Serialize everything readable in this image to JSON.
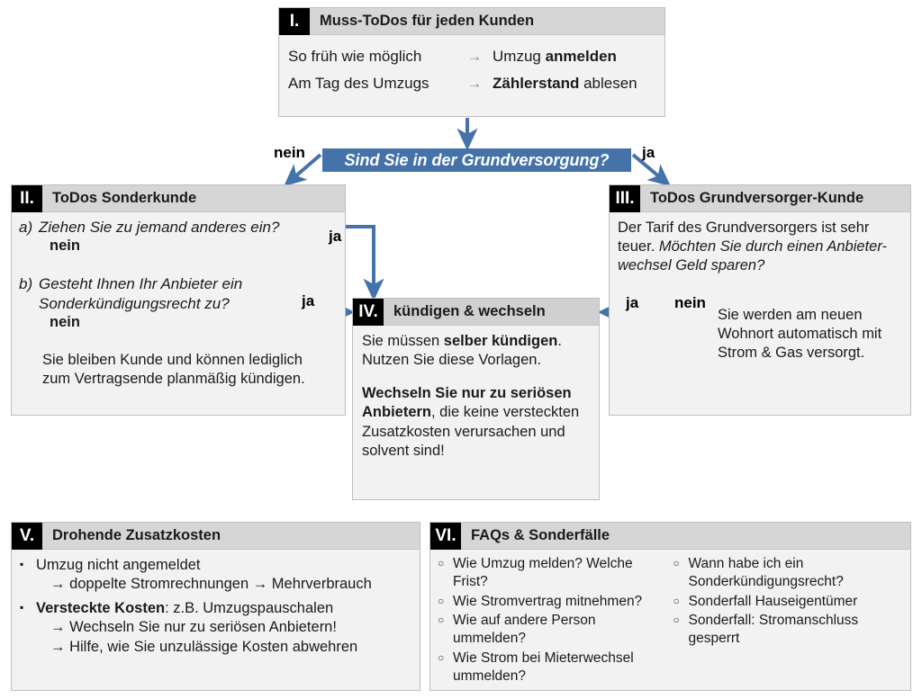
{
  "colors": {
    "accent_blue": "#4472a9",
    "header_gray": "#d6d6d6",
    "body_gray": "#f2f2f2",
    "border_gray": "#bfbfbf",
    "numeral_bg": "#000000",
    "numeral_fg": "#ffffff"
  },
  "box1": {
    "numeral": "I.",
    "title": "Muss-ToDos für jeden Kunden",
    "rows": [
      {
        "when": "So früh wie möglich",
        "arrow": "→",
        "action_plain": "Umzug ",
        "action_bold": "anmelden",
        "action_tail": ""
      },
      {
        "when": "Am Tag des Umzugs",
        "arrow": "→",
        "action_plain": "",
        "action_bold": "Zählerstand",
        "action_tail": " ablesen"
      }
    ]
  },
  "decision": {
    "question": "Sind Sie in der Grundversorgung?",
    "label_left": "nein",
    "label_right": "ja"
  },
  "box2": {
    "numeral": "II.",
    "title": "ToDos Sonderkunde",
    "q_a_marker": "a)",
    "q_a_text": "Ziehen Sie zu jemand anderes ein?",
    "q_a_yes": "ja",
    "q_a_no": "nein",
    "q_b_marker": "b)",
    "q_b_line1": "Gesteht Ihnen Ihr Anbieter ein",
    "q_b_line2": "Sonderkündigungsrecht zu?",
    "q_b_yes": "ja",
    "q_b_no": "nein",
    "outcome_line1": "Sie bleiben Kunde und können lediglich",
    "outcome_line2": "zum Vertragsende planmäßig kündigen."
  },
  "box3": {
    "numeral": "III.",
    "title": "ToDos Grundversorger-Kunde",
    "text_plain": "Der Tarif des Grundversorgers ist sehr teuer. ",
    "text_italic": "Möchten Sie durch einen Anbieter-wechsel Geld sparen?",
    "label_yes": "ja",
    "label_no": "nein",
    "tail_line1": "Sie werden am neuen",
    "tail_line2": "Wohnort automatisch mit",
    "tail_line3": "Strom & Gas versorgt."
  },
  "box4": {
    "numeral": "IV.",
    "title": "kündigen & wechseln",
    "p1_plain1": "Sie müssen ",
    "p1_bold": "selber kündigen",
    "p1_plain2": ". Nutzen Sie diese Vorlagen.",
    "p2_bold": "Wechseln Sie nur zu seriösen Anbietern",
    "p2_plain": ", die keine versteckten Zusatzkosten verursachen und solvent sind!"
  },
  "box5": {
    "numeral": "V.",
    "title": "Drohende Zusatzkosten",
    "bullet_glyph": "▪",
    "items": [
      {
        "main_plain": "Umzug nicht angemeldet",
        "main_bold": "",
        "subs": [
          "→ doppelte Stromrechnungen → Mehrverbrauch"
        ]
      },
      {
        "main_bold": "Versteckte Kosten",
        "main_plain": ": z.B. Umzugspauschalen",
        "subs": [
          "→ Wechseln Sie nur zu seriösen Anbietern!",
          "→ Hilfe, wie Sie unzulässige Kosten abwehren"
        ]
      }
    ]
  },
  "box6": {
    "numeral": "VI.",
    "title": "FAQs & Sonderfälle",
    "bullet_glyph": "○",
    "column_left": [
      "Wie Umzug melden? Welche Frist?",
      "Wie Stromvertrag mitnehmen?",
      "Wie auf andere Person ummelden?",
      "Wie Strom bei Mieterwechsel ummelden?"
    ],
    "column_right": [
      "Wann habe ich ein Sonderkündigungsrecht?",
      "Sonderfall Hauseigentümer",
      "Sonderfall: Stromanschluss gesperrt"
    ]
  }
}
